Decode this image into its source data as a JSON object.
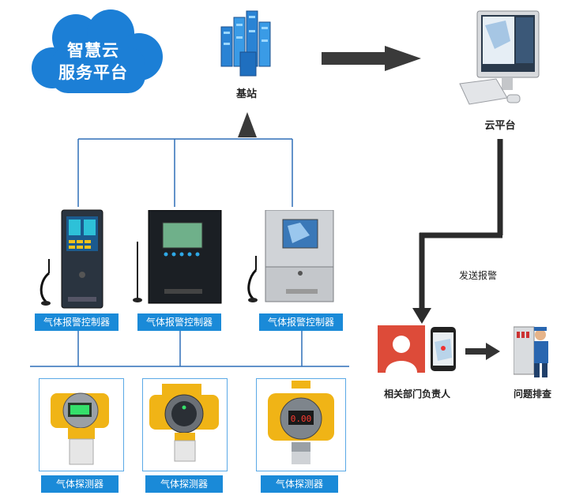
{
  "cloud_service": {
    "line1": "智慧云",
    "line2": "服务平台"
  },
  "base_station": {
    "label": "基站"
  },
  "cloud_platform": {
    "label": "云平台"
  },
  "alarm_send": {
    "label": "发送报警"
  },
  "responsible_person": {
    "label": "相关部门负责人"
  },
  "troubleshooting": {
    "label": "问题排查"
  },
  "controllers": [
    {
      "label": "气体报警控制器"
    },
    {
      "label": "气体报警控制器"
    },
    {
      "label": "气体报警控制器"
    }
  ],
  "detectors": [
    {
      "label": "气体探测器",
      "display": ""
    },
    {
      "label": "气体探测器",
      "display": ""
    },
    {
      "label": "气体探测器",
      "display": "0.00"
    }
  ],
  "colors": {
    "accent_blue": "#1a8ad8",
    "cloud_blue": "#1c7fd6",
    "detector_yellow": "#f0b416",
    "arrow_dark": "#3a3a3a",
    "line_blue": "#2f6fb8"
  }
}
